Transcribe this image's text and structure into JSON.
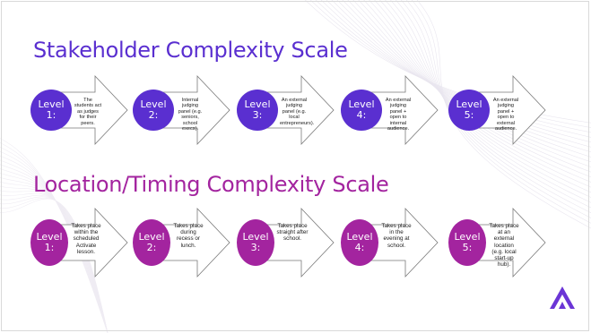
{
  "colors": {
    "row1_accent": "#5a2fd0",
    "row2_accent": "#a3249f",
    "logo": "#6b35d6"
  },
  "sections": [
    {
      "title": "Stakeholder Complexity Scale",
      "level_word": "Level",
      "steps": [
        {
          "number": "1:",
          "description": "The students act as judges for their peers."
        },
        {
          "number": "2:",
          "description": "Internal judging panel (e.g. seniors, school execs)."
        },
        {
          "number": "3:",
          "description": "An external judging panel (e.g. local entrepreneurs)."
        },
        {
          "number": "4:",
          "description": "An external judging panel + open to internal audience."
        },
        {
          "number": "5:",
          "description": "An external judging panel + open to external audience."
        }
      ]
    },
    {
      "title": "Location/Timing Complexity Scale",
      "level_word": "Level",
      "steps": [
        {
          "number": "1:",
          "description": "Takes place within the scheduled Activate lesson."
        },
        {
          "number": "2:",
          "description": "Takes place during recess or lunch."
        },
        {
          "number": "3:",
          "description": "Takes place straight after school."
        },
        {
          "number": "4:",
          "description": "Takes place in the evening at school."
        },
        {
          "number": "5:",
          "description": "Takes place at an external location (e.g. local start-up hub)."
        }
      ]
    }
  ],
  "logo_icon": "arrow-a-logo-icon"
}
